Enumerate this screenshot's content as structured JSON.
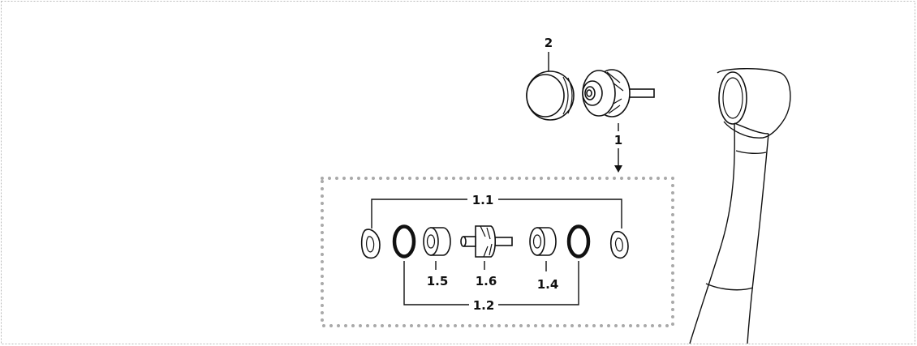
{
  "labels": {
    "cap": "2",
    "cartridge": "1",
    "washers": "1.1",
    "o_rings": "1.2",
    "bearing_right": "1.4",
    "bearing_left": "1.5",
    "rotor": "1.6"
  },
  "icons": {
    "cap": "cap-icon",
    "cartridge": "turbine-cartridge-icon",
    "handpiece": "dental-handpiece-icon",
    "washer": "washer-icon",
    "o_ring": "o-ring-icon",
    "bearing": "ball-bearing-icon",
    "rotor": "rotor-icon"
  },
  "colors": {
    "line": "#111111",
    "dotted_frame": "#a9a9a9",
    "outer_frame": "#b9b9b9"
  }
}
